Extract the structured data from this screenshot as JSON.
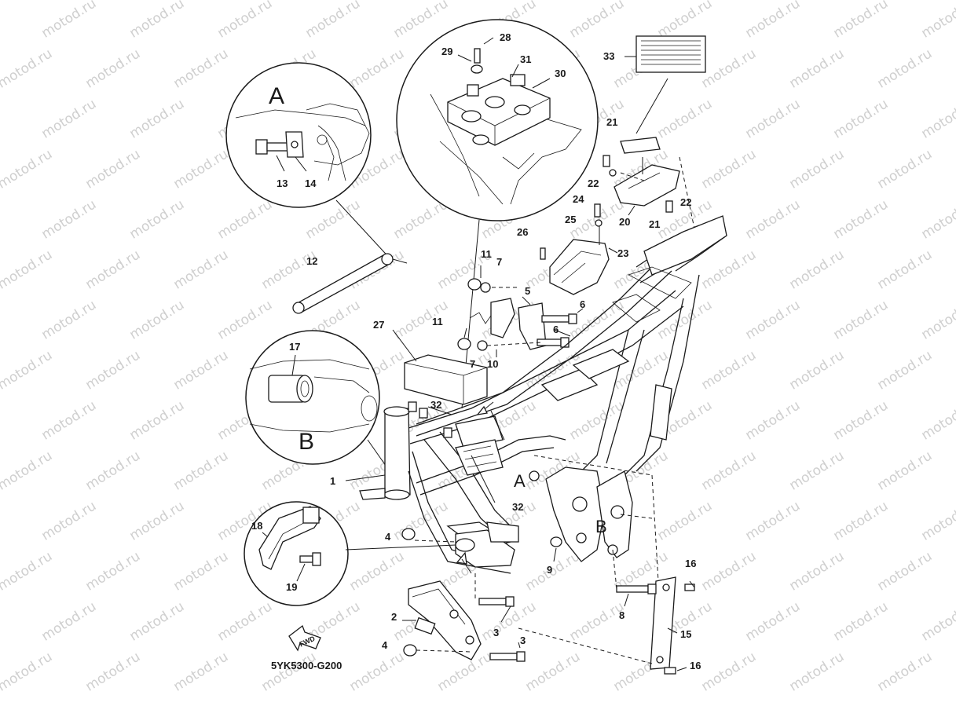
{
  "watermark": "motod.ru",
  "diagram_code": "5YK5300-G200",
  "fwd_label": "FWD",
  "detail_views": [
    "A",
    "B"
  ],
  "inline_markers": [
    "A",
    "B"
  ],
  "callouts": [
    {
      "id": "c1",
      "text": "1"
    },
    {
      "id": "c2",
      "text": "2"
    },
    {
      "id": "c3a",
      "text": "3"
    },
    {
      "id": "c3b",
      "text": "3"
    },
    {
      "id": "c4a",
      "text": "4"
    },
    {
      "id": "c4b",
      "text": "4"
    },
    {
      "id": "c5",
      "text": "5"
    },
    {
      "id": "c6a",
      "text": "6"
    },
    {
      "id": "c6b",
      "text": "6"
    },
    {
      "id": "c7a",
      "text": "7"
    },
    {
      "id": "c7b",
      "text": "7"
    },
    {
      "id": "c8",
      "text": "8"
    },
    {
      "id": "c9",
      "text": "9"
    },
    {
      "id": "c10",
      "text": "10"
    },
    {
      "id": "c11a",
      "text": "11"
    },
    {
      "id": "c11b",
      "text": "11"
    },
    {
      "id": "c12",
      "text": "12"
    },
    {
      "id": "c13",
      "text": "13"
    },
    {
      "id": "c14",
      "text": "14"
    },
    {
      "id": "c15",
      "text": "15"
    },
    {
      "id": "c16a",
      "text": "16"
    },
    {
      "id": "c16b",
      "text": "16"
    },
    {
      "id": "c17",
      "text": "17"
    },
    {
      "id": "c18",
      "text": "18"
    },
    {
      "id": "c19",
      "text": "19"
    },
    {
      "id": "c20",
      "text": "20"
    },
    {
      "id": "c21a",
      "text": "21"
    },
    {
      "id": "c21b",
      "text": "21"
    },
    {
      "id": "c22a",
      "text": "22"
    },
    {
      "id": "c22b",
      "text": "22"
    },
    {
      "id": "c23",
      "text": "23"
    },
    {
      "id": "c24",
      "text": "24"
    },
    {
      "id": "c25",
      "text": "25"
    },
    {
      "id": "c26",
      "text": "26"
    },
    {
      "id": "c27",
      "text": "27"
    },
    {
      "id": "c28",
      "text": "28"
    },
    {
      "id": "c29",
      "text": "29"
    },
    {
      "id": "c30",
      "text": "30"
    },
    {
      "id": "c31",
      "text": "31"
    },
    {
      "id": "c32a",
      "text": "32"
    },
    {
      "id": "c32b",
      "text": "32"
    },
    {
      "id": "c33",
      "text": "33"
    }
  ]
}
